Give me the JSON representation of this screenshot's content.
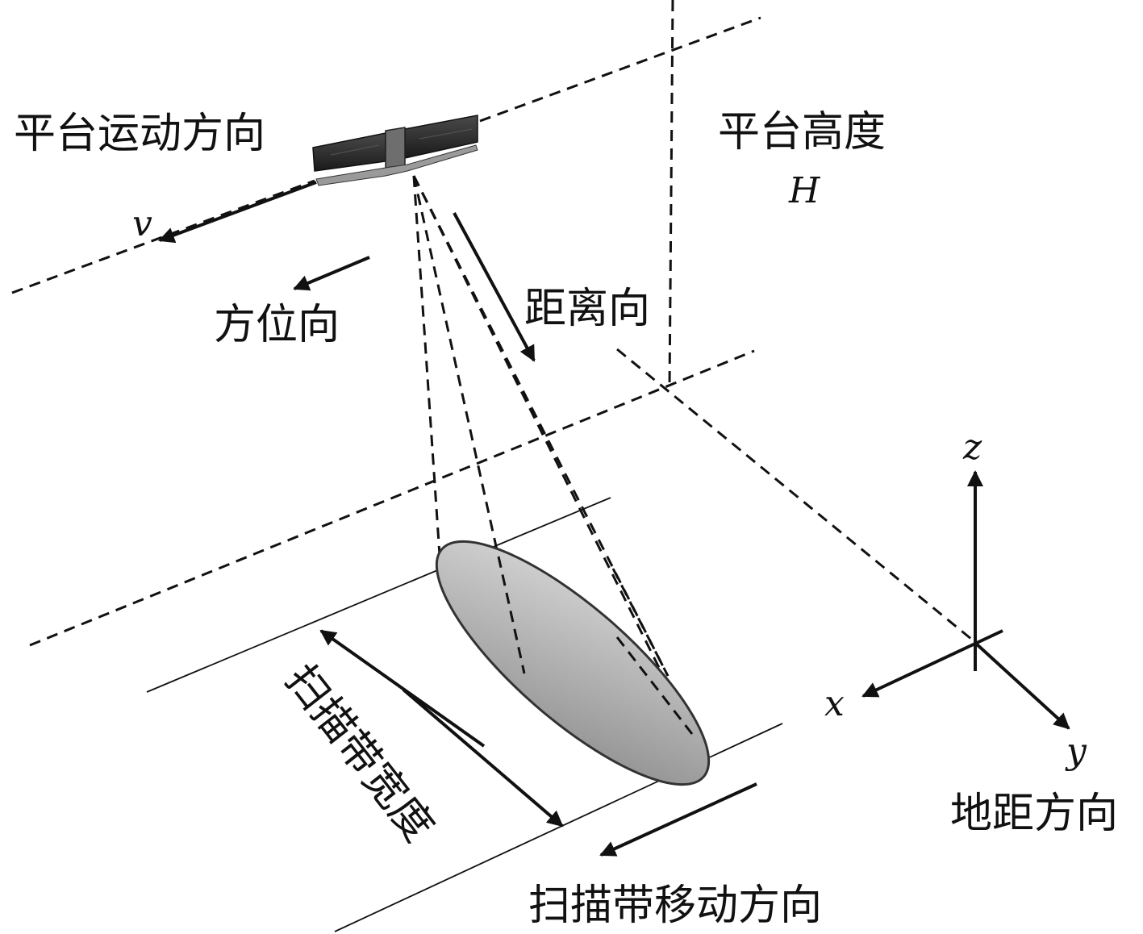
{
  "labels": {
    "platform_motion": "平台运动方向",
    "platform_height": "平台高度",
    "height_symbol": "H",
    "velocity": "v",
    "azimuth": "方位向",
    "range": "距离向",
    "swath_width": "扫描带宽度",
    "swath_motion": "扫描带移动方向",
    "ground_range": "地距方向",
    "axis_x": "x",
    "axis_y": "y",
    "axis_z": "z"
  },
  "colors": {
    "line": "#111111",
    "footprint_light": "#d9d9d9",
    "footprint_dark": "#8c8c8c",
    "satellite_panel": "#2a2a2a",
    "satellite_body": "#6e6e6e"
  }
}
